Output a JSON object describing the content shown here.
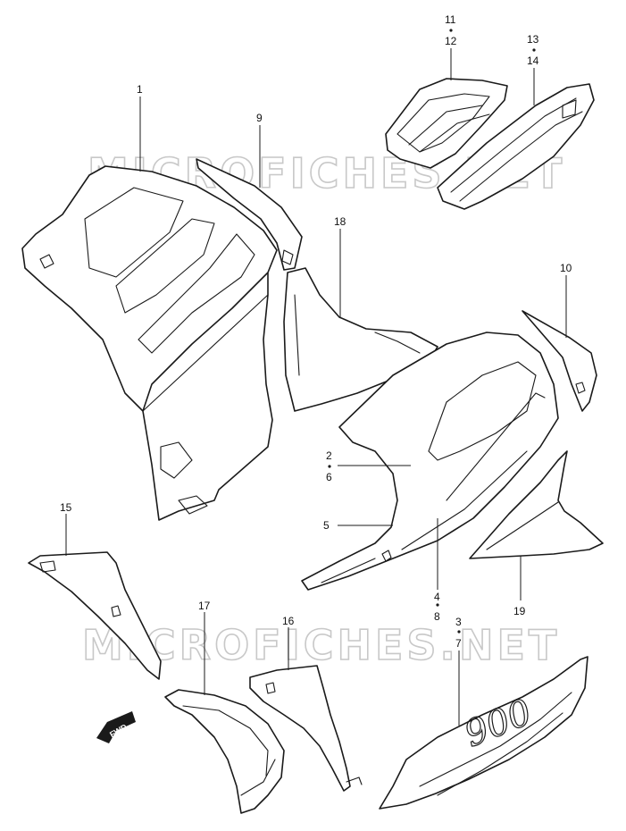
{
  "watermark": "MICROFICHES.NET",
  "fwd_label": "FWD",
  "logo_text": "900",
  "callouts": [
    {
      "id": "c1",
      "lines": [
        "1"
      ]
    },
    {
      "id": "c9",
      "lines": [
        "9"
      ]
    },
    {
      "id": "c11",
      "lines": [
        "11",
        "12"
      ]
    },
    {
      "id": "c13",
      "lines": [
        "13",
        "14"
      ]
    },
    {
      "id": "c18",
      "lines": [
        "18"
      ]
    },
    {
      "id": "c10",
      "lines": [
        "10"
      ]
    },
    {
      "id": "c2",
      "lines": [
        "2",
        "6"
      ]
    },
    {
      "id": "c5",
      "lines": [
        "5"
      ]
    },
    {
      "id": "c4",
      "lines": [
        "4",
        "8"
      ]
    },
    {
      "id": "c19",
      "lines": [
        "19"
      ]
    },
    {
      "id": "c15",
      "lines": [
        "15"
      ]
    },
    {
      "id": "c17",
      "lines": [
        "17"
      ]
    },
    {
      "id": "c16",
      "lines": [
        "16"
      ]
    },
    {
      "id": "c3",
      "lines": [
        "3",
        "7"
      ]
    }
  ]
}
